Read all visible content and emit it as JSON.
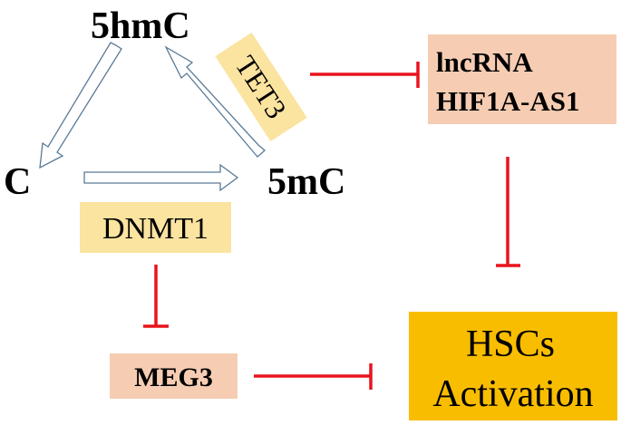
{
  "nodes": {
    "hmc": "5hmC",
    "c": "C",
    "mc": "5mC",
    "tet3": "TET3",
    "dnmt1": "DNMT1",
    "meg3": "MEG3",
    "lncrna_line1": "lncRNA",
    "lncrna_line2": "HIF1A-AS1",
    "hsc_line1": "HSCs",
    "hsc_line2": "Activation"
  },
  "colors": {
    "enzyme_box": "#fbe3a0",
    "rna_box": "#f6cdb3",
    "outcome_box": "#f9bd00",
    "inhibit_line": "#e8141c",
    "arrow_outline": "#5a7a96"
  }
}
